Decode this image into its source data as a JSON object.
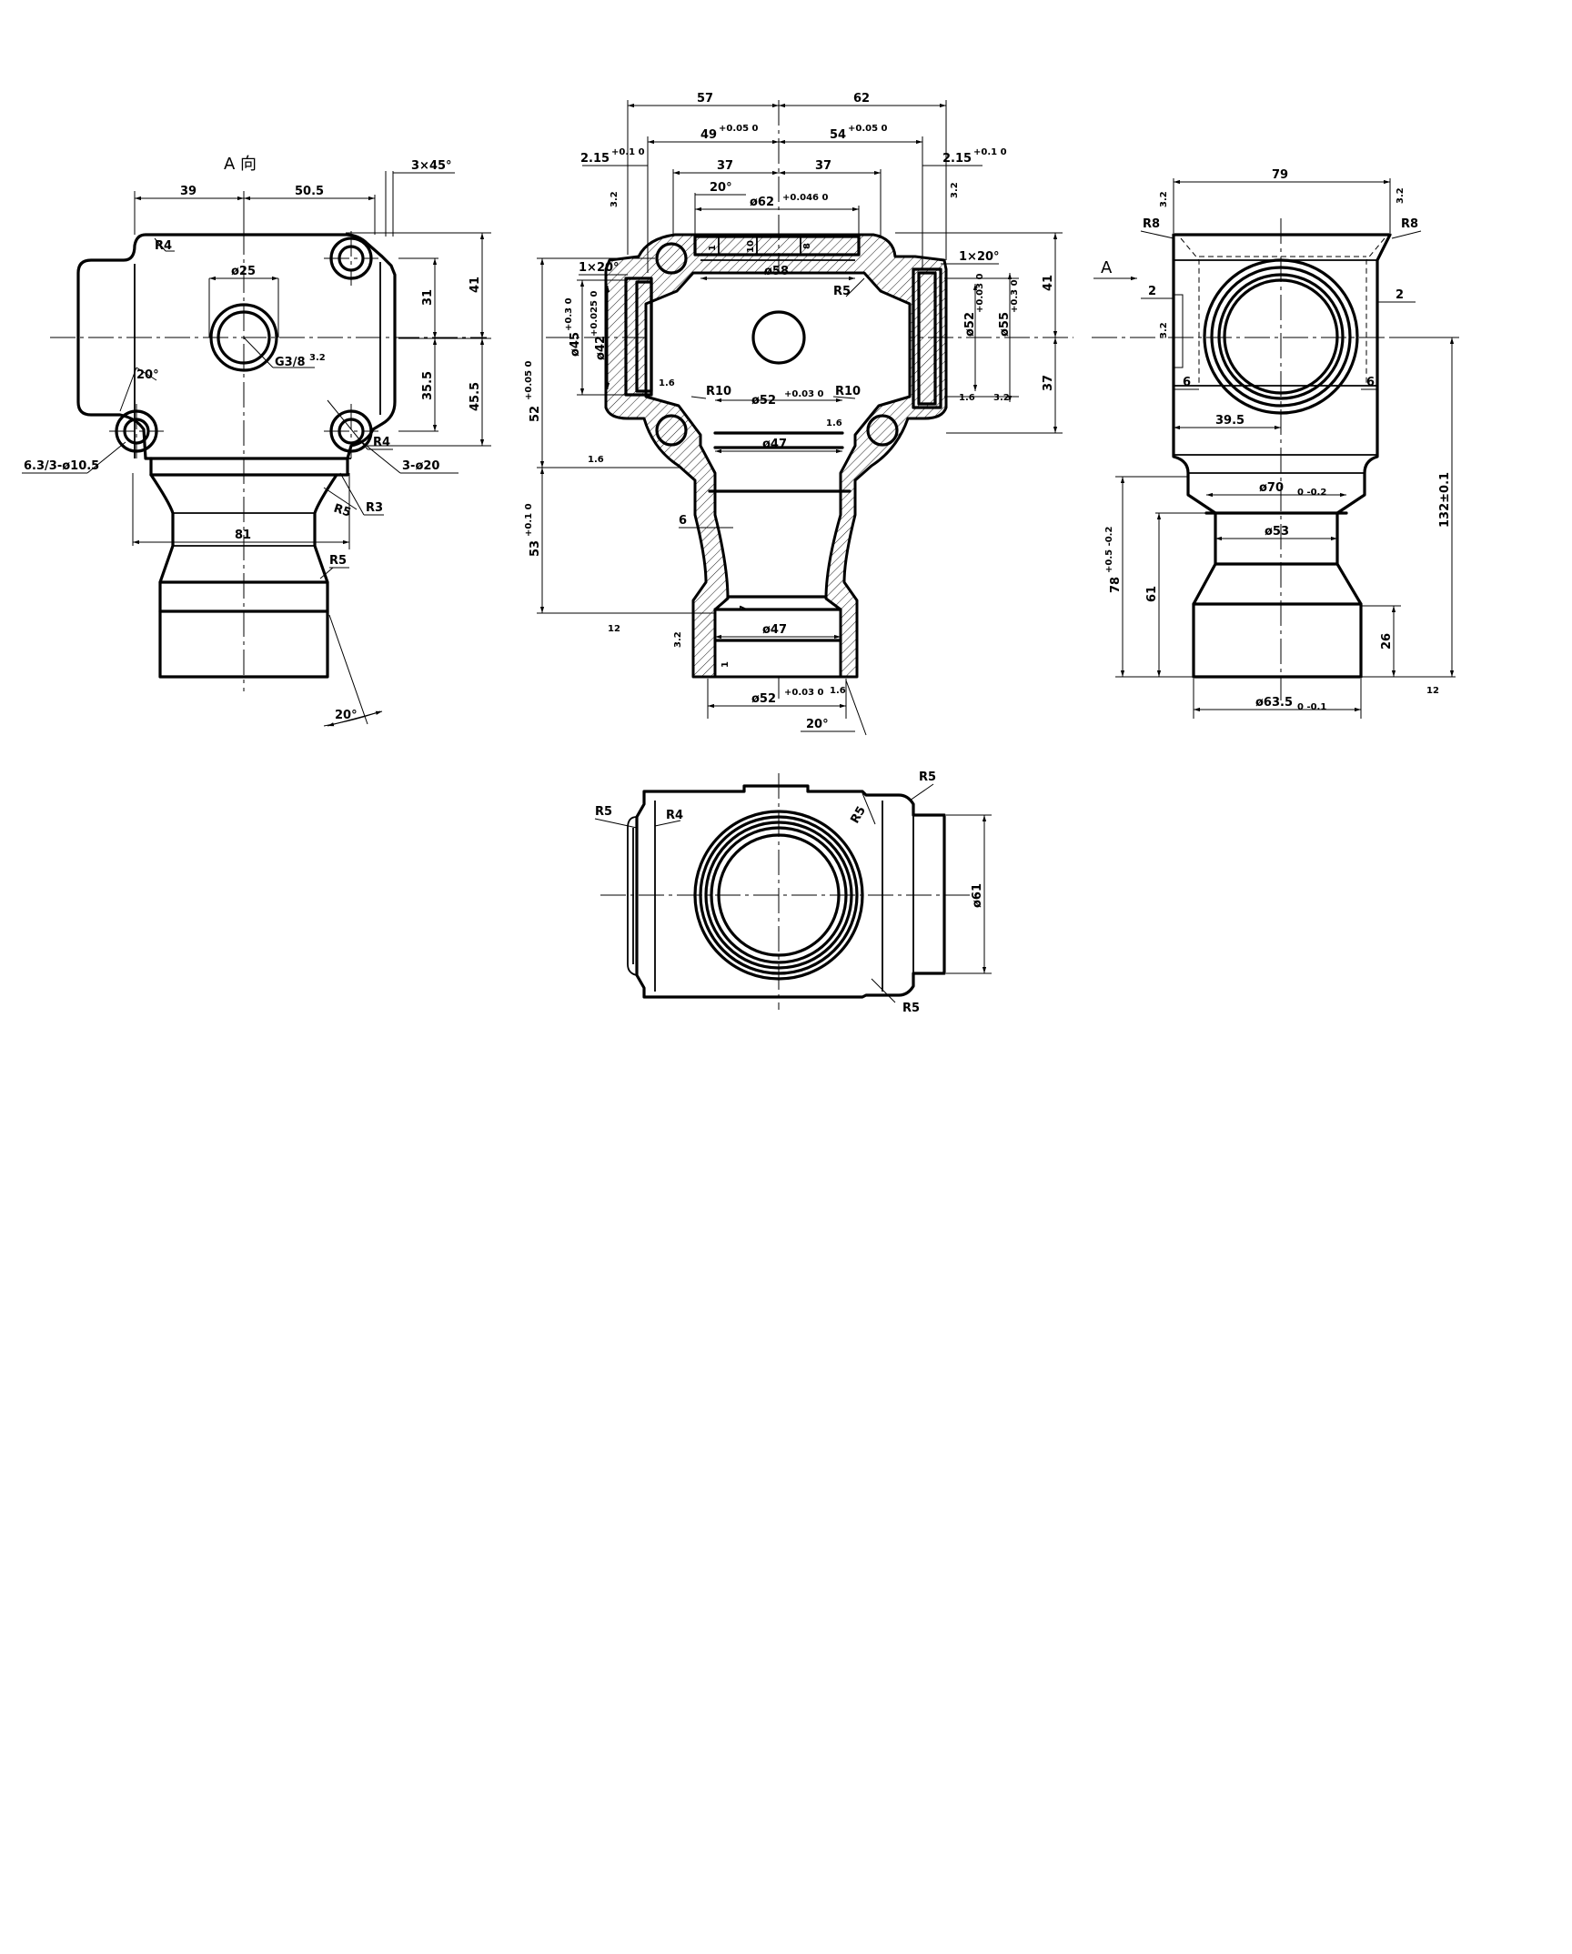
{
  "view_left": {
    "title": "A 向",
    "dims": {
      "w39": "39",
      "w50_5": "50.5",
      "chamfer": "3×45°",
      "r4": "R4",
      "phi25": "ø25",
      "g38": "G3/8",
      "ra_g": "3.2",
      "a20": "20°",
      "hole": "6.3/3-ø10.5",
      "holes3": "3-ø20",
      "r4b": "R4",
      "r5": "R5",
      "r3": "R3",
      "w81": "81",
      "r5b": "R5",
      "a20b": "20°",
      "h31": "31",
      "h41": "41",
      "h35_5": "35.5",
      "h45_5": "45.5"
    }
  },
  "view_section": {
    "dims": {
      "w57": "57",
      "w62": "62",
      "w49": "49",
      "w49tol": "+0.05 0",
      "w54": "54",
      "w54tol": "+0.05 0",
      "g2_15a": "2.15",
      "g2_15atol": "+0.1 0",
      "w37a": "37",
      "w37b": "37",
      "g2_15b": "2.15",
      "g2_15btol": "+0.1 0",
      "a20": "20°",
      "phi62": "ø62",
      "phi62tol": "+0.046 0",
      "t1": "1",
      "t10": "10",
      "t8": "8",
      "phi58": "ø58",
      "r5": "R5",
      "ch1": "1×20°",
      "ch2": "1×20°",
      "ra32a": "3.2",
      "ra32b": "3.2",
      "phi45": "ø45",
      "phi45tol": "+0.3 0",
      "phi42": "ø42",
      "phi42tol": "+0.025 0",
      "phi52a": "ø52",
      "phi52atol": "+0.03 0",
      "phi55": "ø55",
      "phi55tol": "+0.3 0",
      "h41": "41",
      "h37": "37",
      "ra16a": "1.6",
      "ra16b": "1.6",
      "ra32c": "3.2",
      "r10a": "R10",
      "r10b": "R10",
      "phi52b": "ø52",
      "phi52btol": "+0.03 0",
      "h52": "52",
      "h52tol": "+0.05 0",
      "phi47a": "ø47",
      "ra16c": "1.6",
      "ra16d": "1.6",
      "t6": "6",
      "h53": "53",
      "h53tol": "+0.1 0",
      "t7": "7",
      "phi47b": "ø47",
      "ra12": "12",
      "ra32d": "3.2",
      "t1b": "1",
      "phi52c": "ø52",
      "phi52ctol": "+0.03 0",
      "ra16e": "1.6",
      "a20b": "20°"
    }
  },
  "view_right": {
    "arrow": "A",
    "dims": {
      "w79": "79",
      "ra32a": "3.2",
      "ra32b": "3.2",
      "r8a": "R8",
      "r8b": "R8",
      "g2a": "2",
      "g2b": "2",
      "ra32c": "3.2",
      "t6a": "6",
      "t6b": "6",
      "w39_5": "39.5",
      "phi70": "ø70",
      "phi70tol": "0 -0.2",
      "phi53": "ø53",
      "h78": "78",
      "h78tol": "+0.5 -0.2",
      "h61": "61",
      "h26": "26",
      "phi63_5": "ø63.5",
      "phi63_5tol": "0 -0.1",
      "h132": "132±0.1",
      "ra12": "12"
    }
  },
  "view_top": {
    "dims": {
      "r5a": "R5",
      "r4": "R4",
      "r5b": "R5",
      "r5c": "R5",
      "r5d": "R5",
      "phi61": "ø61"
    }
  }
}
